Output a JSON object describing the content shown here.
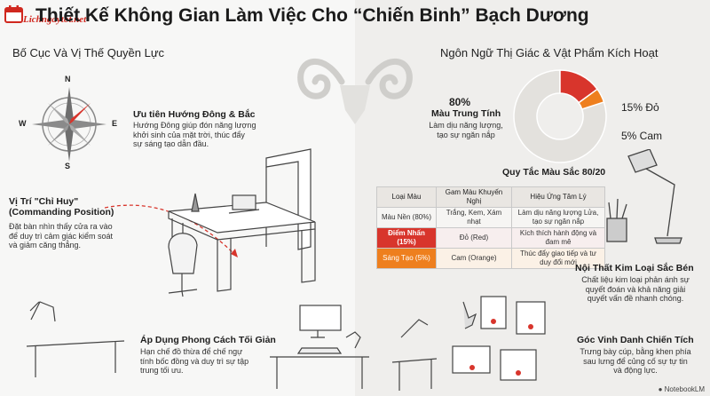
{
  "header": {
    "title": "Thiết Kế Không Gian Làm Việc Cho “Chiến Binh” Bạch Dương",
    "logo_text": "Lichngaytot.net"
  },
  "left": {
    "section_title": "Bố Cục Và Vị Thế Quyền Lực",
    "east_north": {
      "heading": "Ưu tiên Hướng Đông & Bắc",
      "body": [
        "Hướng Đông giúp đón năng lượng",
        "khởi sinh của mặt trời, thúc đẩy",
        "sự sáng tạo dẫn đầu."
      ]
    },
    "command": {
      "heading": [
        "Vị Trí \"Chỉ Huy\"",
        "(Commanding Position)"
      ],
      "body": [
        "Đặt bàn nhìn thấy cửa ra vào",
        "để duy trì cảm giác kiểm soát",
        "và giảm căng thẳng."
      ]
    },
    "minimal": {
      "heading": "Áp Dụng Phong Cách Tối Giản",
      "body": [
        "Hạn chế đồ thừa để chế ngự",
        "tính bốc đồng và duy trì sự tập",
        "trung tối ưu."
      ]
    },
    "compass": {
      "n": "N",
      "s": "S",
      "e": "E",
      "w": "W"
    }
  },
  "right": {
    "section_title": "Ngôn Ngữ Thị Giác & Vật Phẩm Kích Hoạt",
    "neutral": {
      "pct": "80%",
      "label": "Màu Trung Tính",
      "body": [
        "Làm dịu năng lượng,",
        "tạo sự ngăn nắp"
      ]
    },
    "red_label": "15% Đỏ",
    "orange_label": "5% Cam",
    "rule_title": "Quy Tắc Màu Sắc 80/20",
    "table": {
      "headers": [
        "Loại Màu",
        "Gam Màu Khuyến Nghị",
        "Hiệu Ứng Tâm Lý"
      ],
      "rows": [
        {
          "type": "Màu Nền (80%)",
          "gamut": "Trắng, Kem, Xám nhạt",
          "effect": "Làm dịu năng lượng Lửa, tạo sự ngăn nắp"
        },
        {
          "type": "Điểm Nhấn (15%)",
          "gamut": "Đỏ (Red)",
          "effect": "Kích thích hành động và đam mê"
        },
        {
          "type": "Sáng Tạo (5%)",
          "gamut": "Cam (Orange)",
          "effect": "Thúc đẩy giao tiếp và tư duy đổi mới"
        }
      ]
    },
    "metal": {
      "heading": "Nội Thất Kim Loại Sắc Bén",
      "body": [
        "Chất liệu kim loại phản ánh sự",
        "quyết đoán và khả năng giải",
        "quyết vấn đề nhanh chóng."
      ]
    },
    "honor": {
      "heading": "Góc Vinh Danh Chiến Tích",
      "body": [
        "Trưng bày cúp, bằng khen phía",
        "sau lưng để củng cố sự tự tin",
        "và động lực."
      ]
    },
    "colors": {
      "neutral": "#e3e1dd",
      "red": "#d8352c",
      "orange": "#ee7f1e"
    }
  },
  "chart_data": {
    "type": "pie",
    "title": "Quy Tắc Màu Sắc 80/20",
    "categories": [
      "Màu Trung Tính",
      "Đỏ",
      "Cam"
    ],
    "values": [
      80,
      15,
      5
    ]
  },
  "footer": {
    "brand": "NotebookLM"
  }
}
